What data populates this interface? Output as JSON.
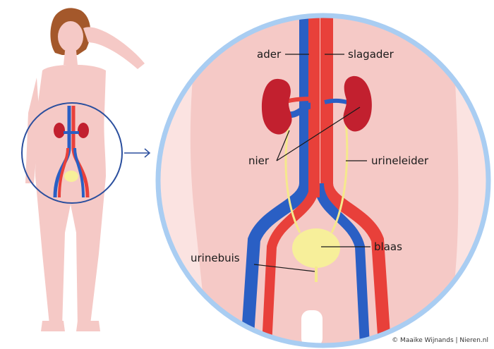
{
  "labels": {
    "vein": "ader",
    "artery": "slagader",
    "kidney": "nier",
    "ureter": "urineleider",
    "bladder": "blaas",
    "urethra": "urinebuis"
  },
  "credit": "© Maaike Wijnands | Nieren.nl",
  "colors": {
    "skin": "#f5c9c6",
    "vein": "#2a5fc4",
    "artery": "#e8403a",
    "kidney": "#c2202f",
    "ureter": "#f5e98c",
    "bladder": "#f7ef9a",
    "zoom_ring": "#a9cdf2",
    "small_ring": "#2b4f9e"
  }
}
